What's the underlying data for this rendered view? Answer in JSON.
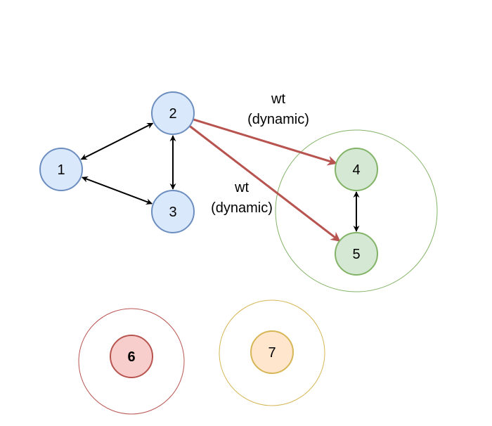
{
  "colors": {
    "blue_fill": "#dae8fc",
    "blue_stroke": "#6c8ebf",
    "green_fill": "#d5e8d4",
    "green_stroke": "#82b366",
    "red_fill": "#f8cecc",
    "red_stroke": "#b85450",
    "orange_fill": "#ffe6cc",
    "orange_stroke": "#d6b656",
    "dynamic_edge": "#b85450",
    "plain_edge": "#000000"
  },
  "nodes": [
    {
      "id": "1",
      "label": "1",
      "color": "blue"
    },
    {
      "id": "2",
      "label": "2",
      "color": "blue"
    },
    {
      "id": "3",
      "label": "3",
      "color": "blue"
    },
    {
      "id": "4",
      "label": "4",
      "color": "green"
    },
    {
      "id": "5",
      "label": "5",
      "color": "green"
    },
    {
      "id": "6",
      "label": "6",
      "color": "red"
    },
    {
      "id": "7",
      "label": "7",
      "color": "orange"
    }
  ],
  "edges": [
    {
      "from": "1",
      "to": "2",
      "kind": "bidirectional"
    },
    {
      "from": "1",
      "to": "3",
      "kind": "bidirectional"
    },
    {
      "from": "2",
      "to": "3",
      "kind": "bidirectional"
    },
    {
      "from": "4",
      "to": "5",
      "kind": "bidirectional"
    },
    {
      "from": "2",
      "to": "4",
      "kind": "dynamic"
    },
    {
      "from": "2",
      "to": "5",
      "kind": "dynamic"
    }
  ],
  "edge_labels": {
    "upper": {
      "line1": "wt",
      "line2": "(dynamic)"
    },
    "lower": {
      "line1": "wt",
      "line2": "(dynamic)"
    }
  }
}
